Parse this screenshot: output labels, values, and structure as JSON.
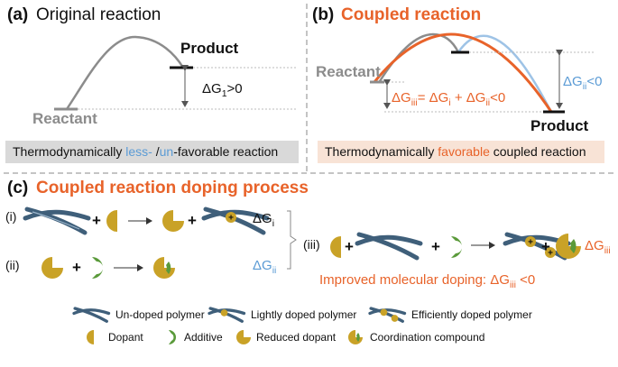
{
  "panel_a": {
    "label": "(a)",
    "title": "Original reaction",
    "product": "Product",
    "reactant": "Reactant",
    "delta_base": "ΔG",
    "delta_sub": "1",
    "delta_rest": ">0",
    "banner_pre": "Thermodynamically ",
    "banner_less": "less-",
    "banner_slash": " /",
    "banner_un": "un",
    "banner_post": "-favorable reaction"
  },
  "panel_b": {
    "label": "(b)",
    "title": "Coupled reaction",
    "reactant": "Reactant",
    "product": "Product",
    "dgii_base": "ΔG",
    "dgii_sub": "ii",
    "dgii_rest": "<0",
    "eq_dg1": "ΔG",
    "eq_sub1": "iii",
    "eq_mid": "= ΔG",
    "eq_sub2": "i",
    "eq_plus": " + ΔG",
    "eq_sub3": "ii",
    "eq_end": "<0",
    "banner_pre": "Thermodynamically ",
    "banner_fav": "favorable",
    "banner_post": " coupled reaction"
  },
  "panel_c": {
    "label": "(c)",
    "title": "Coupled reaction doping process",
    "row1_label": "(i)",
    "row2_label": "(ii)",
    "row3_label": "(iii)",
    "plus": "+",
    "dgi_base": "ΔG",
    "dgi_sub": "i",
    "dgii_base": "ΔG",
    "dgii_sub": "ii",
    "dgiii_base": "ΔG",
    "dgiii_sub": "iii",
    "improved_pre": "Improved molecular doping: ΔG",
    "improved_sub": "iii",
    "improved_post": " <0",
    "plus_sign": "+"
  },
  "legend": {
    "undoped": "Un-doped polymer",
    "lightly": "Lightly doped polymer",
    "efficiently": "Efficiently doped polymer",
    "dopant": "Dopant",
    "additive": "Additive",
    "reduced": "Reduced dopant",
    "coordination": "Coordination compound"
  },
  "colors": {
    "orange": "#e8632a",
    "blue": "#5b9bd5",
    "gray_curve": "#8c8c8c",
    "polymer": "#3f5f7a",
    "dopant": "#c9a227",
    "additive": "#5a9a3a",
    "banner_a": "#d9d9d9",
    "banner_b": "#f8e3d6"
  }
}
